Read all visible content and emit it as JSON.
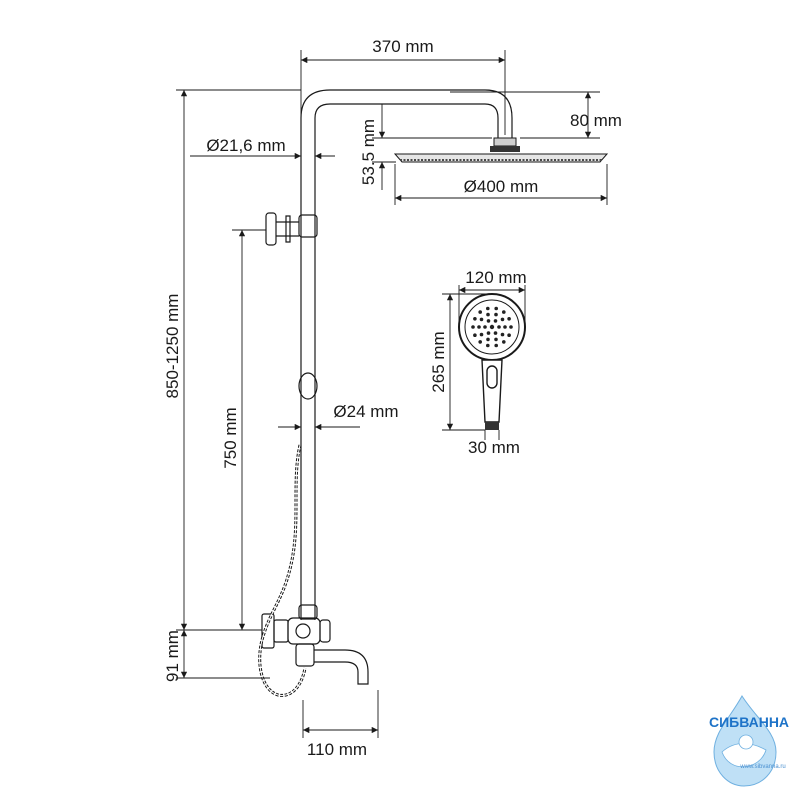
{
  "dimensions": {
    "width_370": "370 mm",
    "height_80": "80 mm",
    "pipe_diameter": "Ø21,6 mm",
    "head_thickness": "53.5 mm",
    "head_diameter": "Ø400 mm",
    "total_height": "850-1250 mm",
    "rail_length": "750 mm",
    "bar_diameter": "Ø24 mm",
    "handshower_width": "120 mm",
    "handshower_length": "265 mm",
    "handshower_handle": "30 mm",
    "mixer_height": "91 mm",
    "spout_length": "110 mm"
  },
  "logo": {
    "brand": "СИБВАННА",
    "url": "www.sibvanna.ru",
    "color": "#1e73c8"
  },
  "colors": {
    "line": "#1a1a1a",
    "chrome": "#6e6e6e"
  }
}
